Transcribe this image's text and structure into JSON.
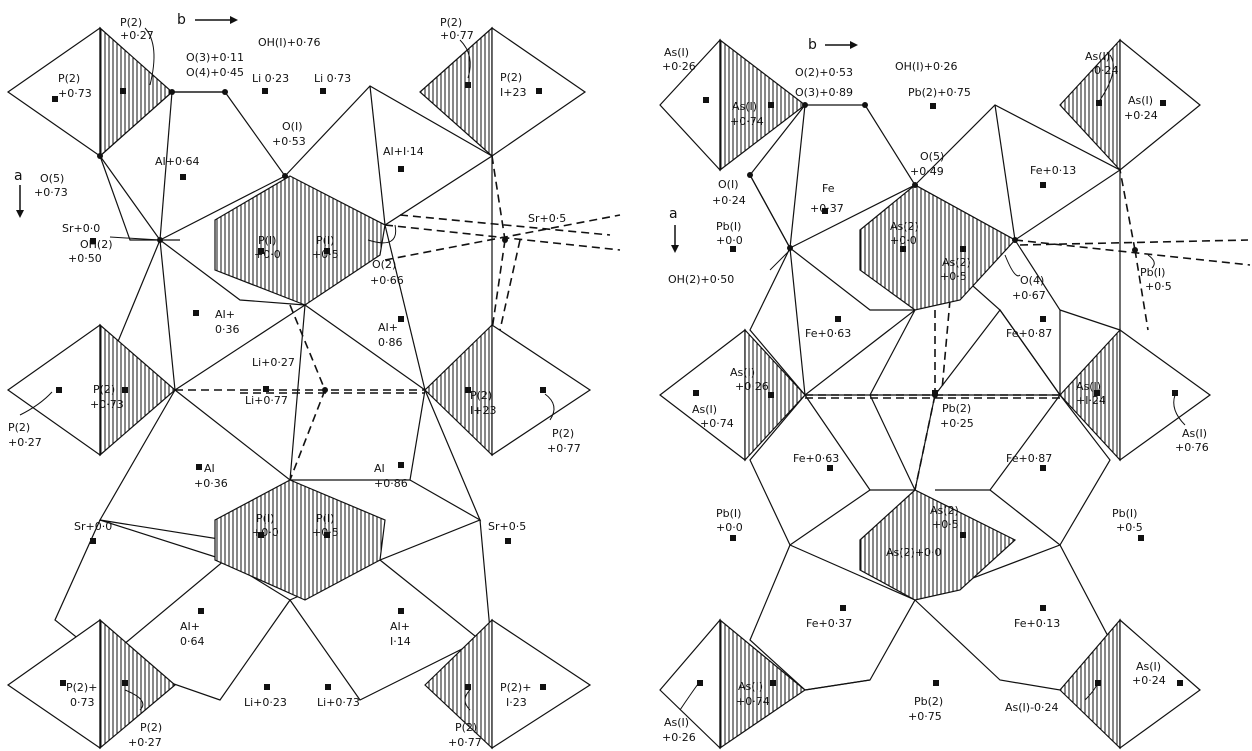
{
  "left": {
    "axis_b": "b",
    "axis_a": "a",
    "labels": [
      "P(2)",
      "+0·27",
      "O(3)+0·11",
      "O(4)+0·45",
      "OH(I)+0·76",
      "P(2)",
      "+0·77",
      "P(2)",
      "+0·73",
      "Li 0·23",
      "Li 0·73",
      "P(2)",
      "I+23",
      "O(I)",
      "+0·53",
      "AI+0·64",
      "AI+I·14",
      "O(5)",
      "+0·73",
      "Sr+0·0",
      "P(I)",
      "+0·0",
      "P(I)",
      "+0·5",
      "Sr+0·5",
      "OH(2)",
      "+0·50",
      "O(2)",
      "+0·66",
      "AI+",
      "0·36",
      "AI+",
      "0·86",
      "Li+0·27",
      "Li+0·77",
      "P(2)",
      "+0·73",
      "P(2)",
      "I+23",
      "P(2)",
      "+0·27",
      "P(2)",
      "+0·77",
      "AI",
      "+0·36",
      "AI",
      "+0·86",
      "Sr+0·0",
      "P(I)",
      "+0·0",
      "P(I)",
      "+0·5",
      "Sr+0·5",
      "AI+",
      "0·64",
      "AI+",
      "I·14",
      "P(2)+",
      "0·73",
      "P(2)+",
      "I·23",
      "Li+0·23",
      "Li+0·73",
      "P(2)",
      "+0·27",
      "P(2)",
      "+0·77"
    ]
  },
  "right": {
    "axis_b": "b",
    "axis_a": "a",
    "labels": [
      "As(I)",
      "+0·26",
      "O(2)+0·53",
      "O(3)+0·89",
      "OH(I)+0·26",
      "As(I)",
      "-0·24",
      "As(I)",
      "+0·74",
      "Pb(2)+0·75",
      "As(I)",
      "+0·24",
      "O(5)",
      "+0·49",
      "O(I)",
      "+0·24",
      "Fe",
      "+0·37",
      "Fe+0·13",
      "Pb(I)",
      "+0·0",
      "As(2)",
      "+0·0",
      "As(2)",
      "+0·5",
      "Pb(I)",
      "+0·5",
      "OH(2)+0·50",
      "O(4)",
      "+0·67",
      "Fe+0·63",
      "Fe+0·87",
      "As(I)",
      "+0·26",
      "As(I)",
      "+0·74",
      "Pb(2)",
      "+0·25",
      "As(I)",
      "+I·24",
      "As(I)",
      "+0·76",
      "Fe+0·63",
      "Fe+0·87",
      "Pb(I)",
      "+0·0",
      "As(2)",
      "+0·5",
      "As(2)+0·0",
      "Pb(I)",
      "+0·5",
      "Fe+0·37",
      "Fe+0·13",
      "As(I)",
      "+0·26",
      "As(I)",
      "+0·74",
      "Pb(2)",
      "+0·75",
      "As(I)-0·24",
      "As(I)",
      "+0·24"
    ]
  }
}
